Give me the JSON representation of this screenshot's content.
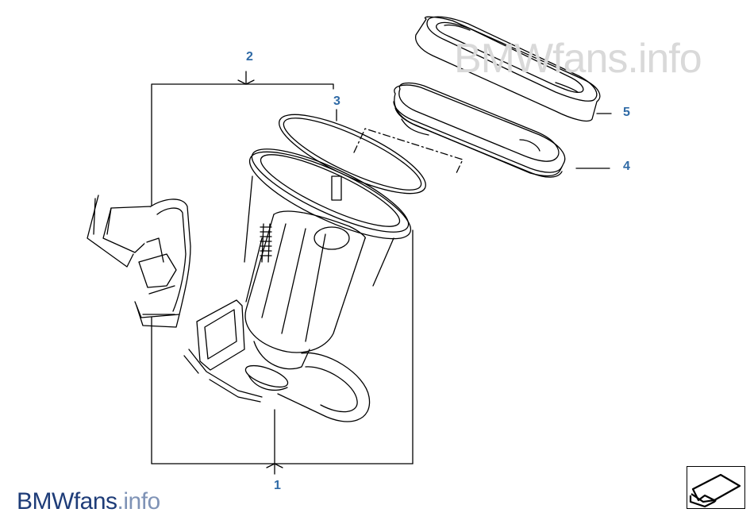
{
  "callouts": {
    "c1": "1",
    "c2": "2",
    "c3": "3",
    "c4": "4",
    "c5": "5"
  },
  "watermark": {
    "top_text": "BMWfans.info",
    "bottom_brand": "BMWfans",
    "bottom_tld": ".info"
  },
  "colors": {
    "callout": "#2f6aa6",
    "line": "#000000",
    "watermark_light": "#d9d9d9",
    "brand_dark": "#1e3c78",
    "brand_light": "#7f93b6"
  },
  "icons": {
    "nav_button": "back-arrow-icon"
  }
}
